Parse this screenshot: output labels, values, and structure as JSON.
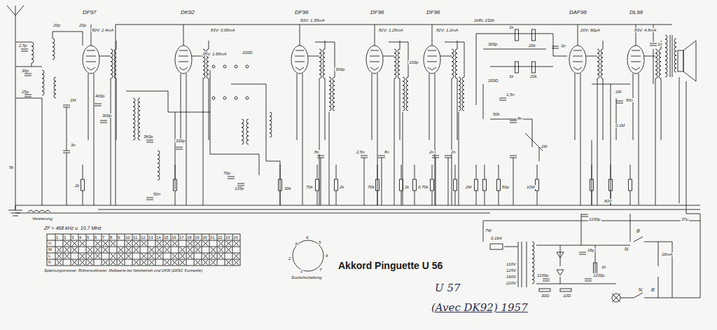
{
  "diagram": {
    "title": "Akkord Pinguette U 56",
    "labels": [
      "DF97",
      "DK92",
      "DF96",
      "DF96",
      "DF96",
      "DAF96",
      "DL96",
      "80V; 2,4mA",
      "83V; 0,65mA",
      "63V; 1,35mA",
      "82V; 1,25mA",
      "82V; 1,2mA",
      "20V; 60μA",
      "83V; 4,8mA",
      "20p",
      "20p",
      "2,5p",
      "30p",
      "25p",
      "400p",
      "300p",
      "1M",
      "3n",
      "5k",
      "2k",
      "Verzierung",
      "ZF = 468 kHz u. 10,7 MHz",
      "35V; 1,65mA",
      "100Ω",
      "360p",
      "330p",
      "50n",
      "70p",
      "135p",
      "30k",
      "300p",
      "8n",
      "70k",
      "2k",
      "2,5n",
      "8n",
      "70k",
      "2k",
      "0,5M",
      "100p",
      "2n",
      "2n",
      "70k",
      "2M",
      "50p",
      "200Ω",
      "1,5n",
      "50k",
      "8n",
      "2M",
      "1p",
      "20k",
      "1k",
      "1k",
      "20k",
      "300p",
      "2zRL 232b",
      "10M",
      "1n",
      "2M",
      "50n",
      "0,1M",
      "1200μ",
      "83V",
      "37μ",
      "16mA",
      "0,16A",
      "7W",
      "110V",
      "125V",
      "160V",
      "220V",
      "1200μ",
      "30Ω",
      "10Ω",
      "1200μ",
      "16μ",
      "1k",
      "N",
      "B",
      "N",
      "B",
      "Sockelschaltung",
      "Spannungsmesser: Röhrenvoltmeter, Meßwerte bei Netzbetrieb und UKW (DK92: Kurzwelle)",
      "U 57",
      "(Avec DK92) 1957",
      "1",
      "2",
      "3",
      "4",
      "5",
      "6",
      "7",
      "U",
      "M",
      "L",
      "K",
      "1",
      "2",
      "3",
      "4",
      "5",
      "6",
      "7",
      "8",
      "9",
      "10",
      "11",
      "12",
      "13",
      "14",
      "15",
      "16",
      "17",
      "18",
      "19",
      "20",
      "21",
      "22",
      "23",
      "24"
    ]
  }
}
